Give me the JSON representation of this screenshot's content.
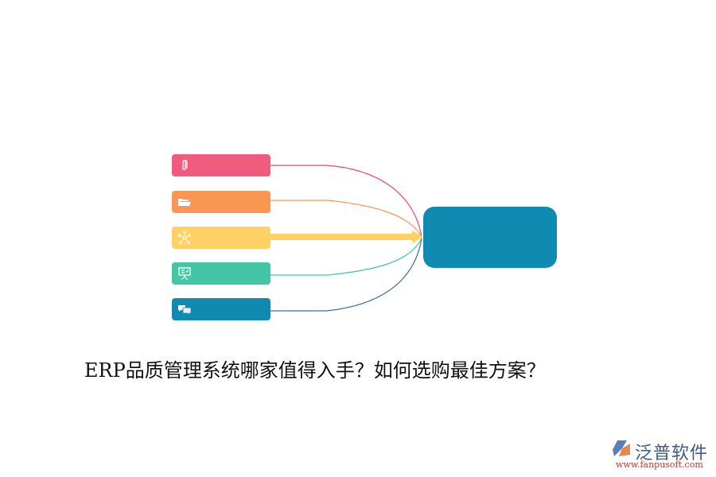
{
  "title": "ERP品质管理系统哪家值得入手？如何选购最佳方案？",
  "nodes": [
    {
      "icon": "paperclip-icon",
      "color": "#f15b7d",
      "label": ""
    },
    {
      "icon": "folder-open-icon",
      "color": "#f99653",
      "label": ""
    },
    {
      "icon": "network-icon",
      "color": "#ffd166",
      "label": ""
    },
    {
      "icon": "presentation-board-icon",
      "color": "#43c5a6",
      "label": ""
    },
    {
      "icon": "chat-bubbles-icon",
      "color": "#118ab2",
      "label": ""
    }
  ],
  "hub": {
    "color": "#118ab2",
    "label": ""
  },
  "link_colors": [
    "#ef476f",
    "#f99653",
    "#ffd166",
    "#43c5a6",
    "#3e6ea8"
  ],
  "logo": {
    "name": "泛普软件",
    "url": "www.fanpusoft.com"
  }
}
